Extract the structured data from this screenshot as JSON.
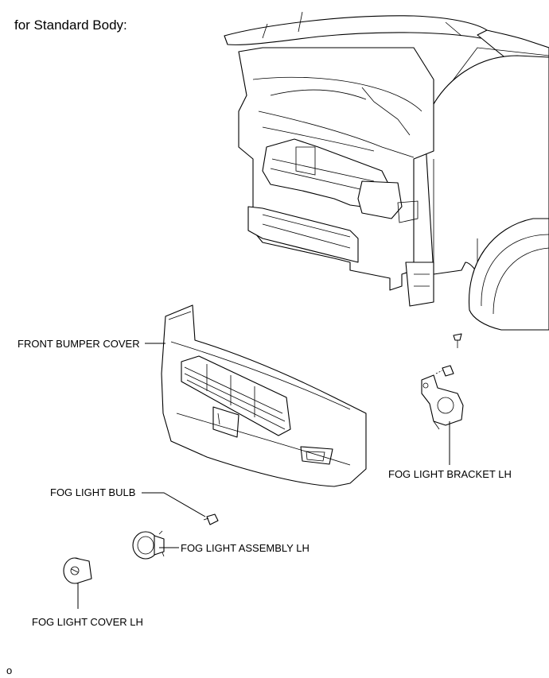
{
  "heading": "for Standard Body:",
  "footer_code": "o",
  "labels": {
    "front_bumper_cover": "FRONT BUMPER COVER",
    "fog_light_bracket_lh": "FOG LIGHT BRACKET LH",
    "fog_light_bulb": "FOG LIGHT BULB",
    "fog_light_assembly_lh": "FOG LIGHT ASSEMBLY LH",
    "fog_light_cover_lh": "FOG LIGHT COVER LH"
  }
}
